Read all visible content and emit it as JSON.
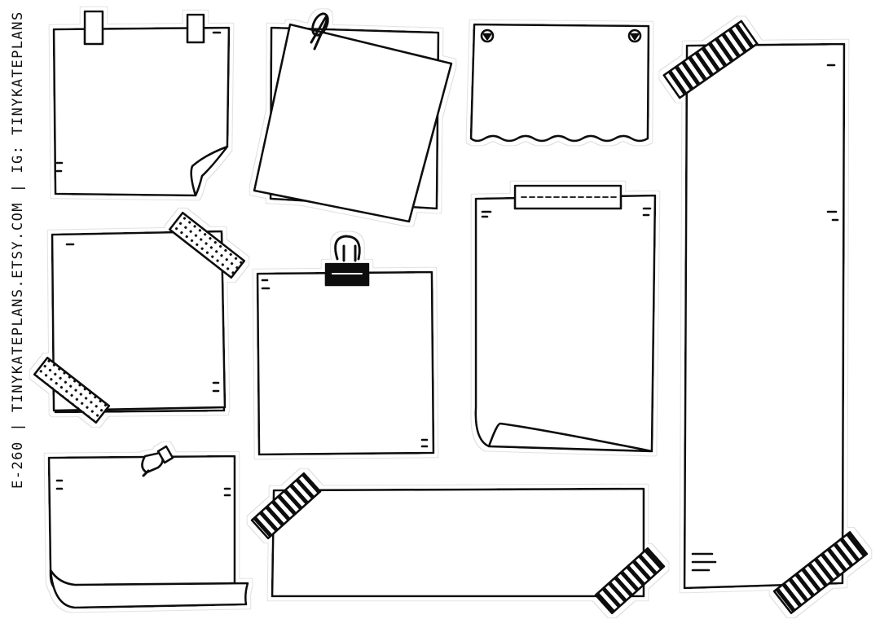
{
  "sheet": {
    "credit_text": "E-260 | TINYKATEPLANS.ETSY.COM | IG: TINYKATEPLANS",
    "colors": {
      "background": "#ffffff",
      "ink": "#111111",
      "sticker_outline": "#d9d9d9",
      "paper": "#ffffff"
    },
    "notes": [
      {
        "name": "note-top-left-curl",
        "decoration": "washi-tape-pair"
      },
      {
        "name": "note-stacked-paperclip",
        "decoration": "paperclip"
      },
      {
        "name": "note-pinned-torn-bottom",
        "decoration": "tacks"
      },
      {
        "name": "note-tall-banner",
        "decoration": "striped-tape"
      },
      {
        "name": "note-square-dotted-tape",
        "decoration": "dotted-tape"
      },
      {
        "name": "note-binder-clip",
        "decoration": "binder-clip"
      },
      {
        "name": "note-tall-curl-bottom",
        "decoration": "dashed-tape"
      },
      {
        "name": "note-pushpin-curl",
        "decoration": "pushpin"
      },
      {
        "name": "note-wide-striped-tape",
        "decoration": "striped-tape"
      }
    ]
  }
}
